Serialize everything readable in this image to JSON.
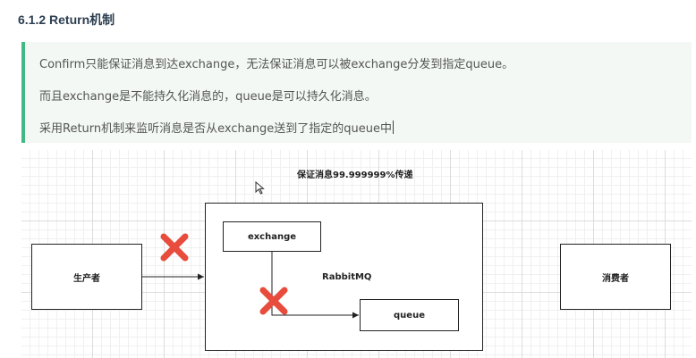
{
  "section": {
    "heading": "6.1.2 Return机制"
  },
  "quote": {
    "line1": "Confirm只能保证消息到达exchange，无法保证消息可以被exchange分发到指定queue。",
    "line2": "而且exchange是不能持久化消息的，queue是可以持久化消息。",
    "line3": "采用Return机制来监听消息是否从exchange送到了指定的queue中"
  },
  "diagram": {
    "title": "保证消息99.999999%传递",
    "producer": "生产者",
    "exchange": "exchange",
    "broker": "RabbitMQ",
    "queue": "queue",
    "consumer": "消费者"
  },
  "colors": {
    "accent": "#42b983",
    "cross": "#e74c3c"
  },
  "icons": [
    "red-cross-icon",
    "mouse-cursor-icon"
  ]
}
